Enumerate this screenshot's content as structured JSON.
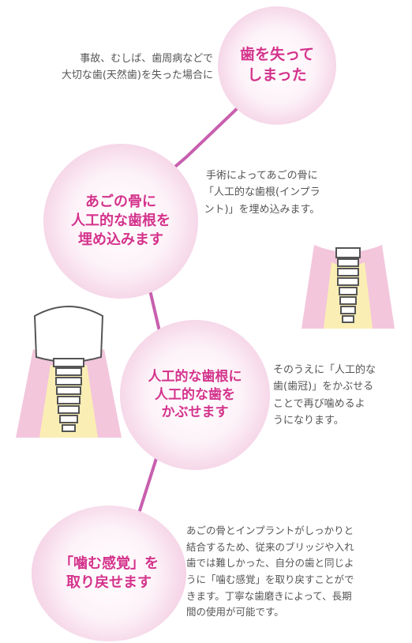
{
  "steps": [
    {
      "title": "歯を失って\nしまった",
      "description": "事故、むしば、歯周病などで\n大切な歯(天然歯)を失った場合に"
    },
    {
      "title": "あごの骨に\n人工的な歯根を\n埋め込みます",
      "description": "手術によってあごの骨に\n「人工的な歯根(インプラ\nント)」を埋め込みます。"
    },
    {
      "title": "人工的な歯根に\n人工的な歯を\nかぶせます",
      "description": "そのうえに「人工的な\n歯(歯冠)」をかぶせる\nことで再び噛めるよ\nうになります。"
    },
    {
      "title": "「噛む感覚」を\n取り戻せます",
      "description": "あごの骨とインプラントがしっかりと\n結合するため、従来のブリッジや入れ\n歯では難しかった、自分の歯と同じよ\nうに「噛む感覚」を取り戻すことがで\nきます。丁寧な歯磨きによって、長期\n間の使用が可能です。"
    }
  ],
  "colors": {
    "accent": "#d4338c",
    "connector": "#c85fae",
    "gum": "#f3c6dc",
    "body_text": "#555555"
  }
}
